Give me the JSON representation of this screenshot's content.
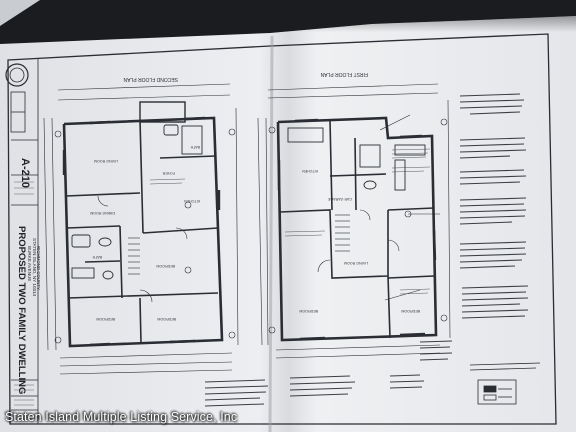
{
  "photo": {
    "subject": "blueprint-floor-plan-sheet",
    "watermark": "Staten Island Multiple Listing Service, Inc"
  },
  "sheet": {
    "sheet_number": "A-210",
    "project_title": "PROPOSED TWO FAMILY DWELLING",
    "address_lines": [
      "BURKE AVENUE",
      "STATEN ISLAND, NY 10314",
      "RICHMOND COUNTY"
    ],
    "left_plan_title": "SECOND FLOOR PLAN",
    "right_plan_title": "FIRST FLOOR PLAN",
    "room_labels": [
      "BEDROOM",
      "BEDROOM",
      "BEDROOM",
      "KITCHEN",
      "DINING ROOM",
      "LIVING ROOM",
      "BATH",
      "BATH",
      "FOYER",
      "BEDROOM",
      "BEDROOM",
      "LIVING ROOM",
      "KITCHEN",
      "CAR GARAGE"
    ]
  },
  "colors": {
    "paper": "#e9ebee",
    "ink": "#2a2d33",
    "background": "#1b1c1f"
  }
}
